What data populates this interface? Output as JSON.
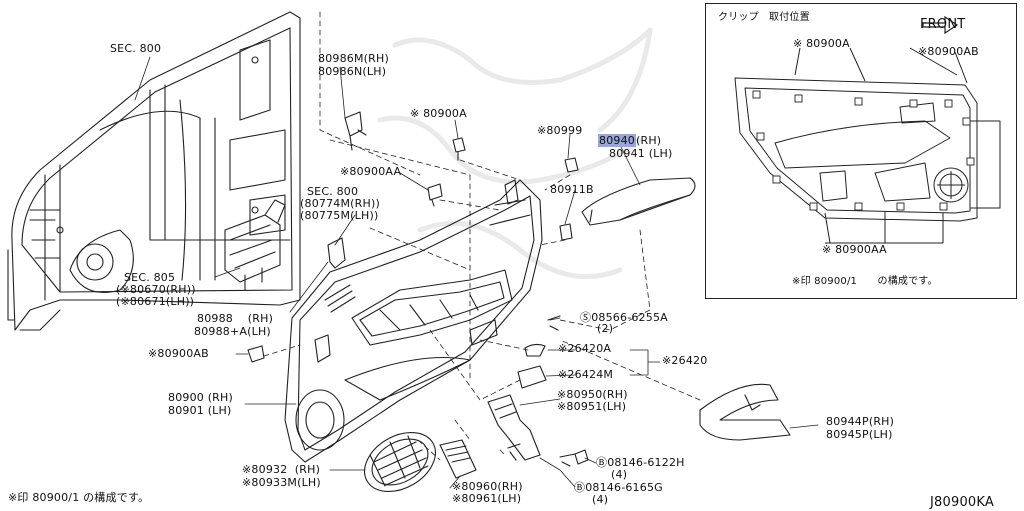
{
  "diagram_id": "J80900KA",
  "footnote": "※印 80900/1 の構成です。",
  "inset": {
    "title": "クリップ　取付位置",
    "front_label": "FRONT",
    "labels": {
      "clip_a": "※ 80900A",
      "clip_ab": "※80900AB",
      "clip_aa": "※ 80900AA",
      "note": "※印 80900/1　　の構成です。"
    }
  },
  "callouts": {
    "sec800_top": "SEC. 800",
    "p80986": [
      "80986M(RH)",
      "80986N(LH)"
    ],
    "p80900a": "※ 80900A",
    "p80999": "※80999",
    "p80940": [
      "80940",
      "(RH)"
    ],
    "p80941": "80941 (LH)",
    "p80900aa": "※80900AA",
    "sec800_mid": [
      "SEC. 800",
      "(80774M(RH))",
      "(80775M(LH))"
    ],
    "p80911b": "80911B",
    "sec805": [
      "SEC. 805",
      "(※80670(RH))",
      "(※80671(LH))"
    ],
    "p80988": [
      "80988    (RH)",
      "80988+A(LH)"
    ],
    "p08566": [
      "Ⓢ08566-6255A",
      "(2)"
    ],
    "p80900ab": "※80900AB",
    "p26420a": "※26420A",
    "p26420": "※26420",
    "p26424m": "※26424M",
    "p80900": [
      "80900 (RH)",
      "80901 (LH)"
    ],
    "p80950": [
      "※80950(RH)",
      "※80951(LH)"
    ],
    "p80944": [
      "80944P(RH)",
      "80945P(LH)"
    ],
    "p80932": [
      "※80932  (RH)",
      "※80933M(LH)"
    ],
    "p08146_6122h": [
      "Ⓑ08146-6122H",
      "(4)"
    ],
    "p80960": [
      "※80960(RH)",
      "※80961(LH)"
    ],
    "p08146_6165g": [
      "Ⓑ08146-6165G",
      "(4)"
    ]
  }
}
